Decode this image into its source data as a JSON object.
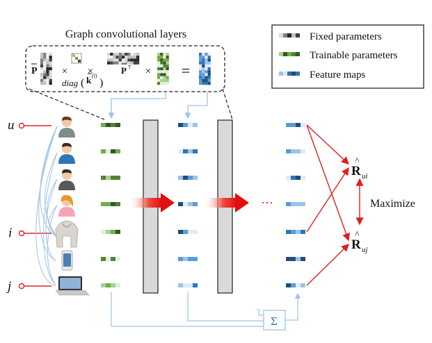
{
  "title": "Graph convolutional layers",
  "legend": {
    "fixed": "Fixed parameters",
    "trainable": "Trainable parameters",
    "feature": "Feature maps"
  },
  "formula": {
    "p_bar": "P",
    "p_bar_t_sup": "T",
    "times": "×",
    "equals": "=",
    "diag_text": "diag",
    "k_text": "k",
    "k_sup": "(l)"
  },
  "node_labels": {
    "u": "u",
    "i": "i",
    "j": "j"
  },
  "ellipsis": "···",
  "sum_symbol": "Σ",
  "outputs": {
    "r_ui_main": "R",
    "r_ui_sub": "ui",
    "r_uj_main": "R",
    "r_uj_sub": "uj",
    "maximize": "Maximize"
  },
  "colors": {
    "green_light": "#a9d08e",
    "green_mid": "#70ad47",
    "green_dark": "#375623",
    "blue_light": "#9dc3e6",
    "blue_mid": "#2e75b6",
    "blue_dark": "#1f3864",
    "red": "#e02020",
    "connector": "#9dc3e6",
    "layer_bar": "#d9d9d9"
  },
  "icons": [
    "user-male-icon",
    "user-male-icon",
    "user-male-icon",
    "user-female-icon",
    "hoodie-icon",
    "phone-icon",
    "laptop-icon"
  ]
}
